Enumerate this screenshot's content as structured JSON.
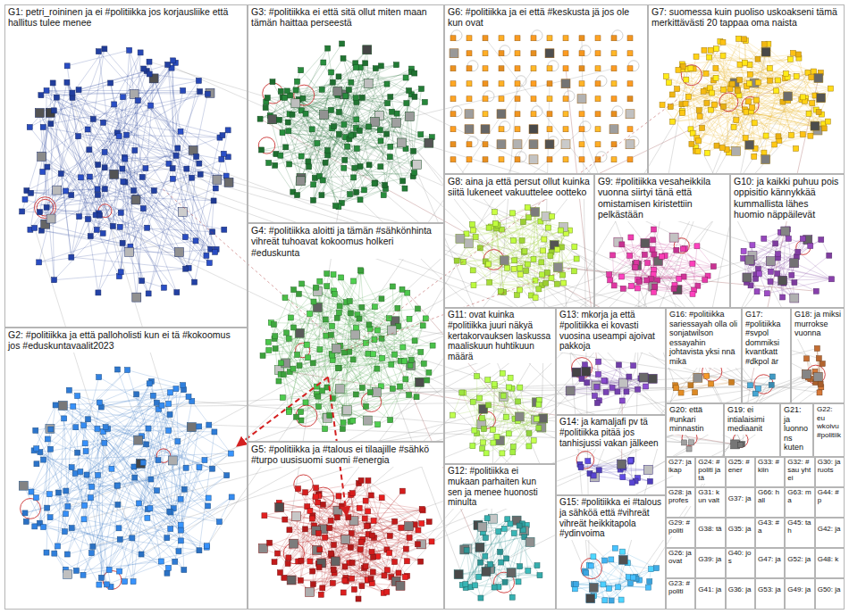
{
  "diagram": {
    "nodes": [
      {
        "text": [
          "G1: petri_roininen ja ei #politiikka jos korjausliike että hallitus tulee menee"
        ]
      },
      {
        "text": [
          "G3: #politiikka ei että sitä ollut miten maan tämän haittaa perseestä"
        ]
      },
      {
        "text": [
          "G6: #politiikka ja ei että #keskusta jä jos ole kun ovat"
        ]
      },
      {
        "text": [
          "G7: suomessa kuin puoliso uskoakseni tämä merkittävästi 20 tappaa oma naista"
        ]
      },
      {
        "text": [
          "G8: aina ja että persut ollut kuinka siitä lukeneet vakuuttelee ootteko"
        ]
      },
      {
        "text": [
          "G9: #politiikka vesaheikkila vuonna siirtyi tänä että omistamisen kiristettiin pelkästään"
        ]
      },
      {
        "text": [
          "G10: ja kaikki puhuu pois oppisitio kännykkää kummallista lähes huomio näppäilevät"
        ]
      },
      {
        "text": [
          "G4: #politiikka aloitti ja tämän #sähkönhinta vihreät tuhoavat kokoomus holkeri #eduskunta"
        ]
      },
      {
        "text": [
          "G2: #politiikka ja että palloholisti kun ei tä #kokoomus jos #eduskuntavaalit2023"
        ]
      },
      {
        "text": [
          "G5: #politiikka ja #talous ei tilaajille #sähkö #turpo uusisuomi suomi #energia"
        ]
      },
      {
        "text": [
          "G11: ovat kuinka #politiikka juuri näkyä kertakorvauksen laskussa maaliskuun huhtikuun määrä"
        ]
      },
      {
        "text": [
          "G13: mkorja ja että #politiikka ei kovasti vuosina useampi ajoivat pakkoja"
        ]
      },
      {
        "text": [
          "G16: #politiikka sariessayah olla oli sonjatwilson essayahin johtavista yksi nnä mikä"
        ]
      },
      {
        "text": [
          "G17: #politiikka #svpol dommiksi kvantkatt #dkpol är"
        ]
      },
      {
        "text": [
          "G18: ja miksi murrokse vuonna"
        ]
      },
      {
        "text": [
          "G14: ja kamaljafi pv tä #politiikka pitää jos tanhisjussi vakan jälkeen"
        ]
      },
      {
        "text": [
          "G20: että #unkari minnastin"
        ]
      },
      {
        "text": [
          "G19: ei intialaisimi mediaanit"
        ]
      },
      {
        "text": [
          "G21: ja luonnons kuten"
        ]
      },
      {
        "text": [
          "G22: eu wkoivu #politiik"
        ]
      },
      {
        "text": [
          "G12: #politiikka ei mukaan parhaiten kun sen ja menee huonosti minulta"
        ]
      },
      {
        "text": [
          "G15: #politiikka ei #talous ja sähköä että #vihreät vihreät heikkitapola #ydinvoima"
        ]
      },
      {
        "text": [
          "G27: jalkap"
        ]
      },
      {
        "text": [
          "G24: #politi ja tä"
        ]
      },
      {
        "text": [
          "G25: #ener"
        ]
      },
      {
        "text": [
          "G33: #kiin"
        ]
      },
      {
        "text": [
          "G32: #sau yhtei"
        ]
      },
      {
        "text": [
          "G30: ja ruots"
        ]
      },
      {
        "text": [
          "G28: ja profes"
        ]
      },
      {
        "text": [
          "G31: kun valt"
        ]
      },
      {
        "text": [
          "G37: ja"
        ]
      },
      {
        "text": [
          "G66: hall"
        ]
      },
      {
        "text": [
          "G63: ma"
        ]
      },
      {
        "text": [
          "G44: #p"
        ]
      },
      {
        "text": [
          "G29: #politi"
        ]
      },
      {
        "text": [
          "G38: tä"
        ]
      },
      {
        "text": [
          "G35: ja"
        ]
      },
      {
        "text": [
          "G43: #a"
        ]
      },
      {
        "text": [
          "G45: tah"
        ]
      },
      {
        "text": [
          "G42: ja"
        ]
      },
      {
        "text": [
          "G26: ja ovat"
        ]
      },
      {
        "text": [
          "G39: ja"
        ]
      },
      {
        "text": [
          "G40: jos"
        ]
      },
      {
        "text": [
          "G47: ja"
        ]
      },
      {
        "text": [
          "G52: ja"
        ]
      },
      {
        "text": [
          "G48: k"
        ]
      },
      {
        "text": [
          "G23: #politi"
        ]
      },
      {
        "text": [
          "G41: ja"
        ]
      },
      {
        "text": [
          "G36: ja"
        ]
      },
      {
        "text": [
          "G53: ja"
        ]
      },
      {
        "text": [
          "G49: ja"
        ]
      },
      {
        "text": [
          "G50: ja"
        ]
      }
    ]
  }
}
